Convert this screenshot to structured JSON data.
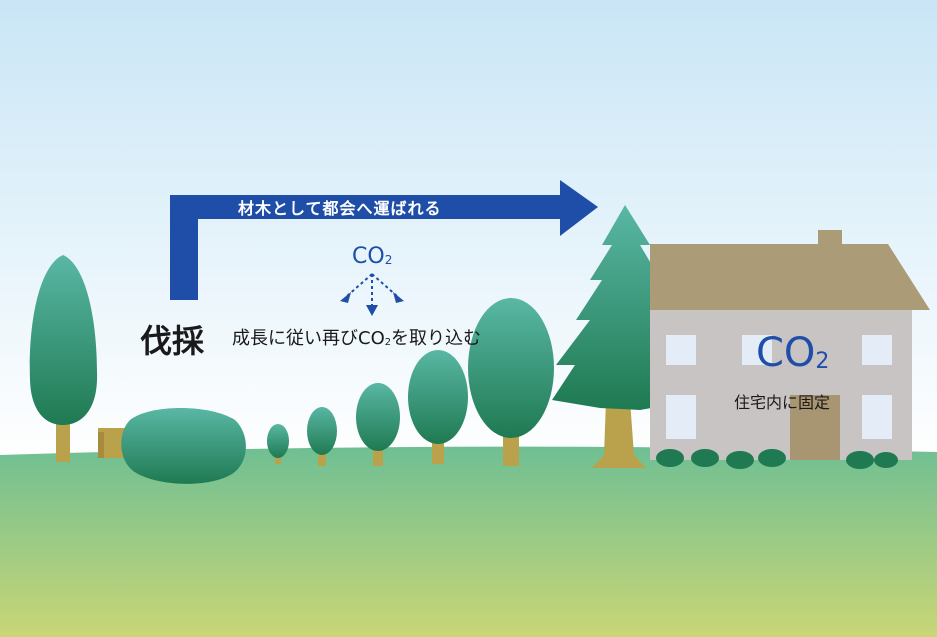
{
  "colors": {
    "sky_top": "#c9e6f6",
    "sky_bottom": "#ffffff",
    "ground_top": "#6fbf93",
    "ground_bottom": "#c9d676",
    "arrow": "#1f4ea8",
    "tree_dark": "#1f7a52",
    "tree_light": "#59b7a4",
    "trunk": "#b9a24b",
    "house_wall": "#c8c4c4",
    "house_roof": "#ab9b77",
    "house_door": "#a89571",
    "window": "#e4edf7"
  },
  "labels": {
    "arrow": "材木として都会へ運ばれる",
    "co2_small": {
      "main": "CO",
      "sub": "2"
    },
    "cut": "伐採",
    "regrow": {
      "before": "成長に従い再びCO",
      "sub": "2",
      "after": "を取り込む"
    },
    "co2_house": {
      "main": "CO",
      "sub": "2"
    },
    "fixed": "住宅内に固定"
  },
  "icons": [
    "flow-arrow-icon",
    "tree-icon",
    "stump-icon",
    "house-icon",
    "co2-release-arrows-icon"
  ]
}
